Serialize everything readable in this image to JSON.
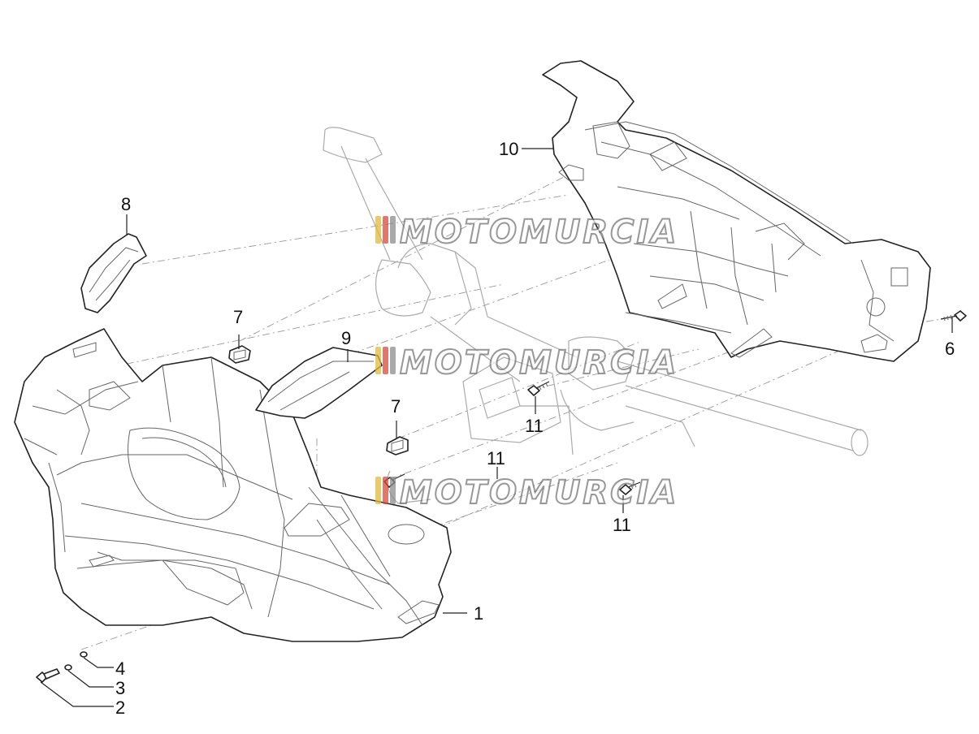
{
  "callouts": {
    "c1": "1",
    "c2": "2",
    "c3": "3",
    "c4": "4",
    "c6": "6",
    "c7a": "7",
    "c7b": "7",
    "c8": "8",
    "c9": "9",
    "c10": "10",
    "c11a": "11",
    "c11b": "11",
    "c11c": "11"
  },
  "watermark": {
    "text": "MOTOMURCIA",
    "stripe_colors": [
      "#e2b93b",
      "#d94a3d",
      "#8c8c8c"
    ]
  }
}
